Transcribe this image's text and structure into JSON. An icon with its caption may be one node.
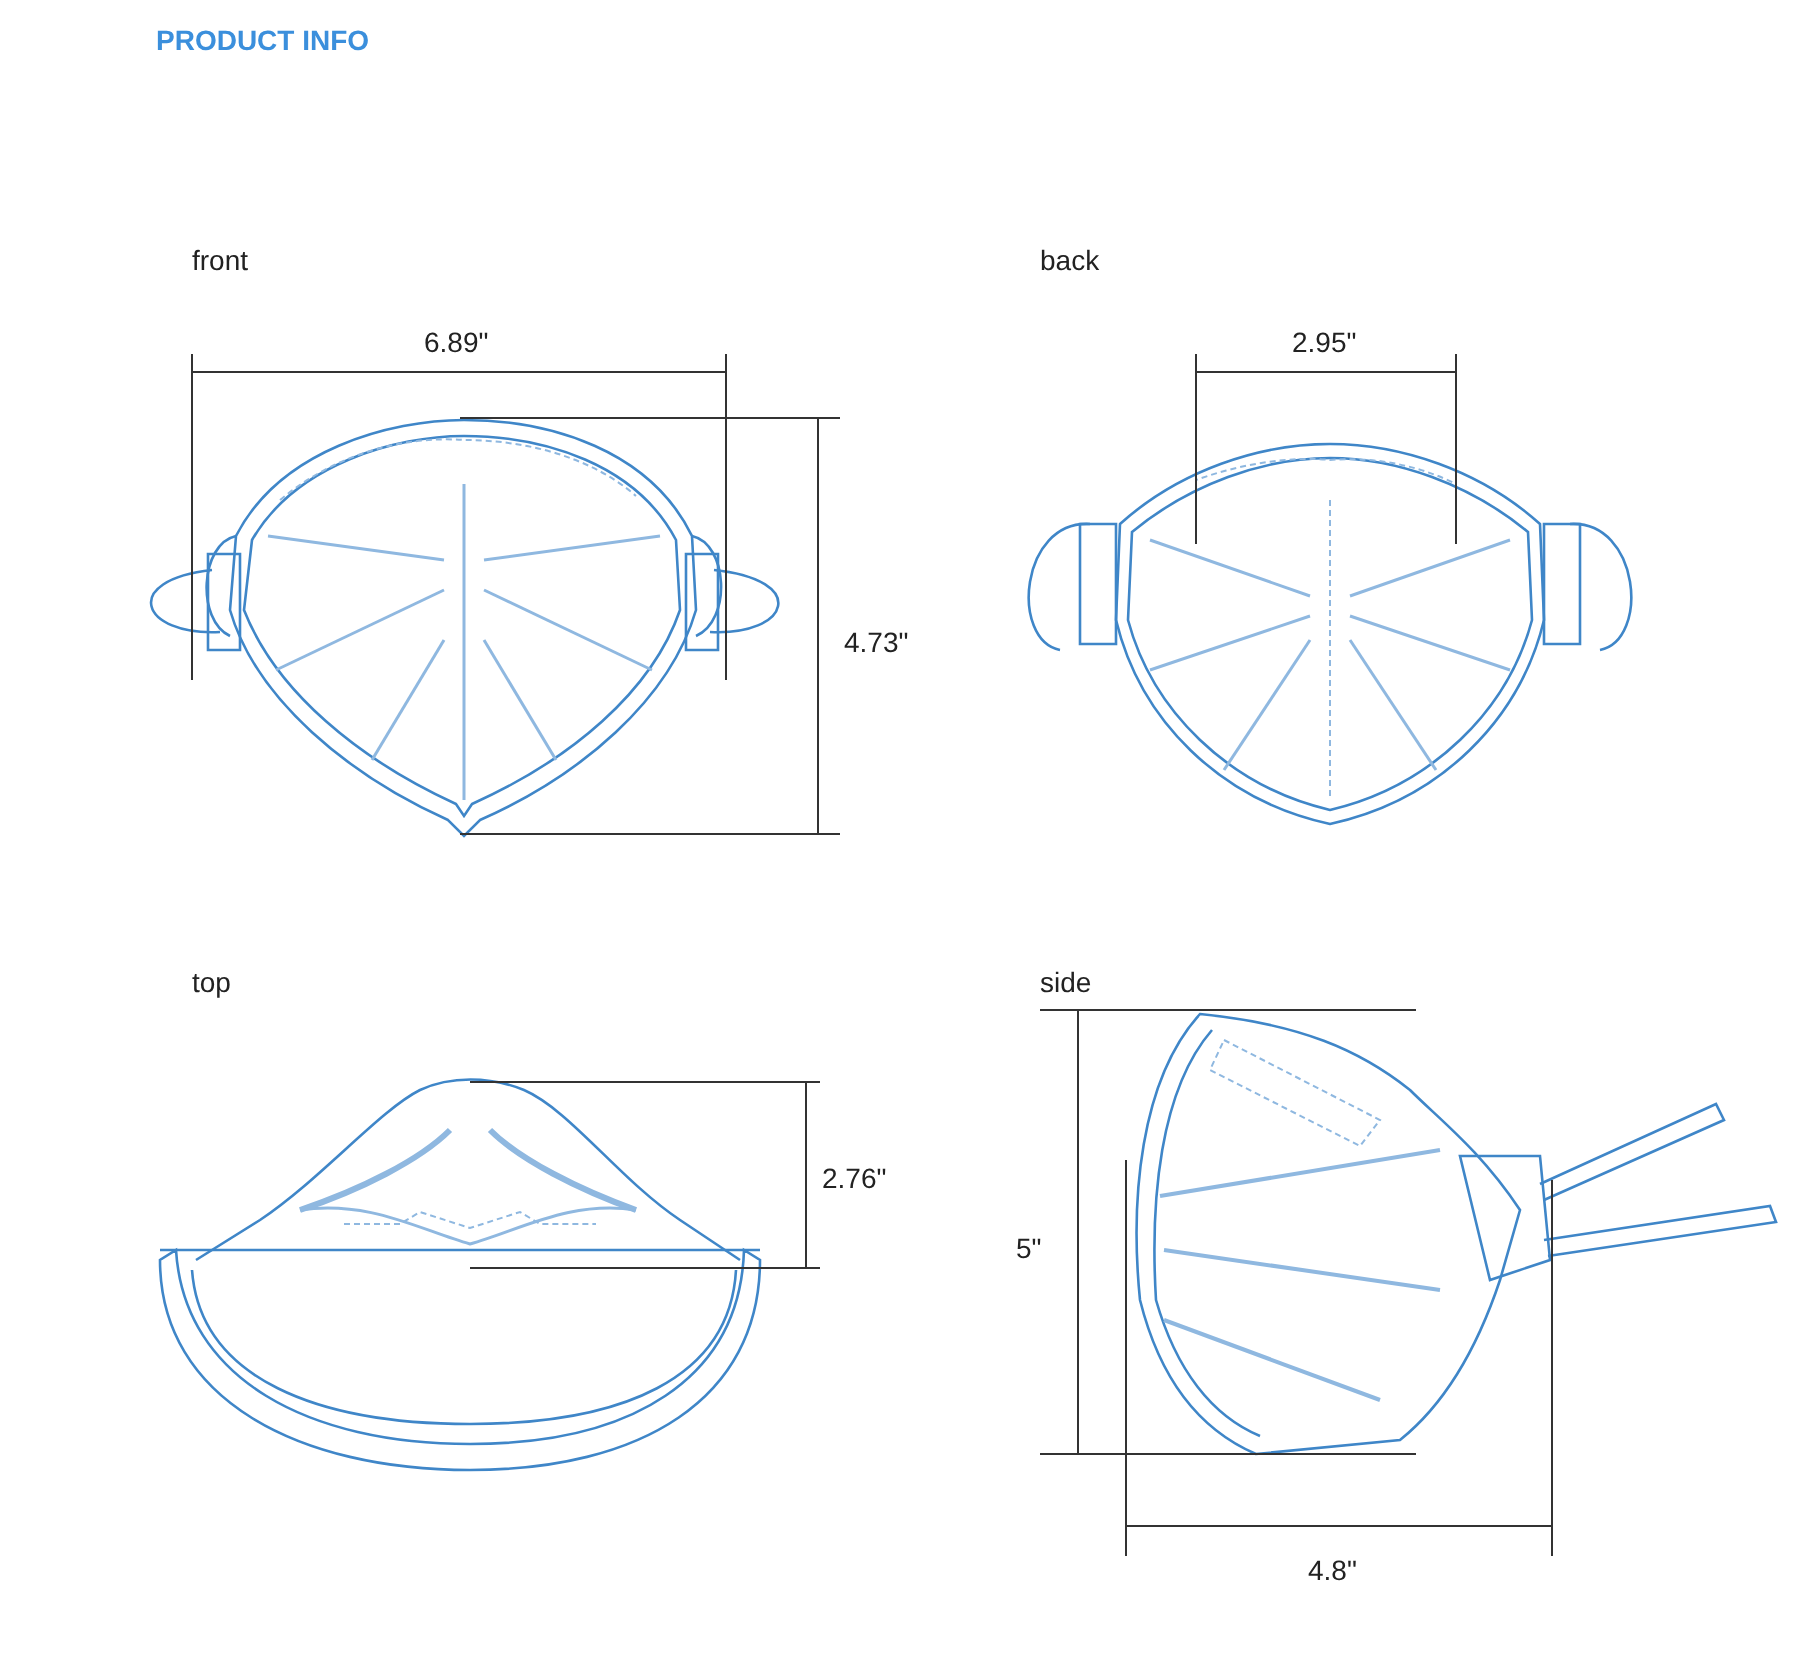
{
  "diagram": {
    "title": "PRODUCT INFO",
    "labels": [
      "front",
      "back",
      "6.89\"",
      "2.95\"",
      "4.73\"",
      "top",
      "side",
      "2.76\"",
      "5\"",
      "4.8\""
    ]
  }
}
